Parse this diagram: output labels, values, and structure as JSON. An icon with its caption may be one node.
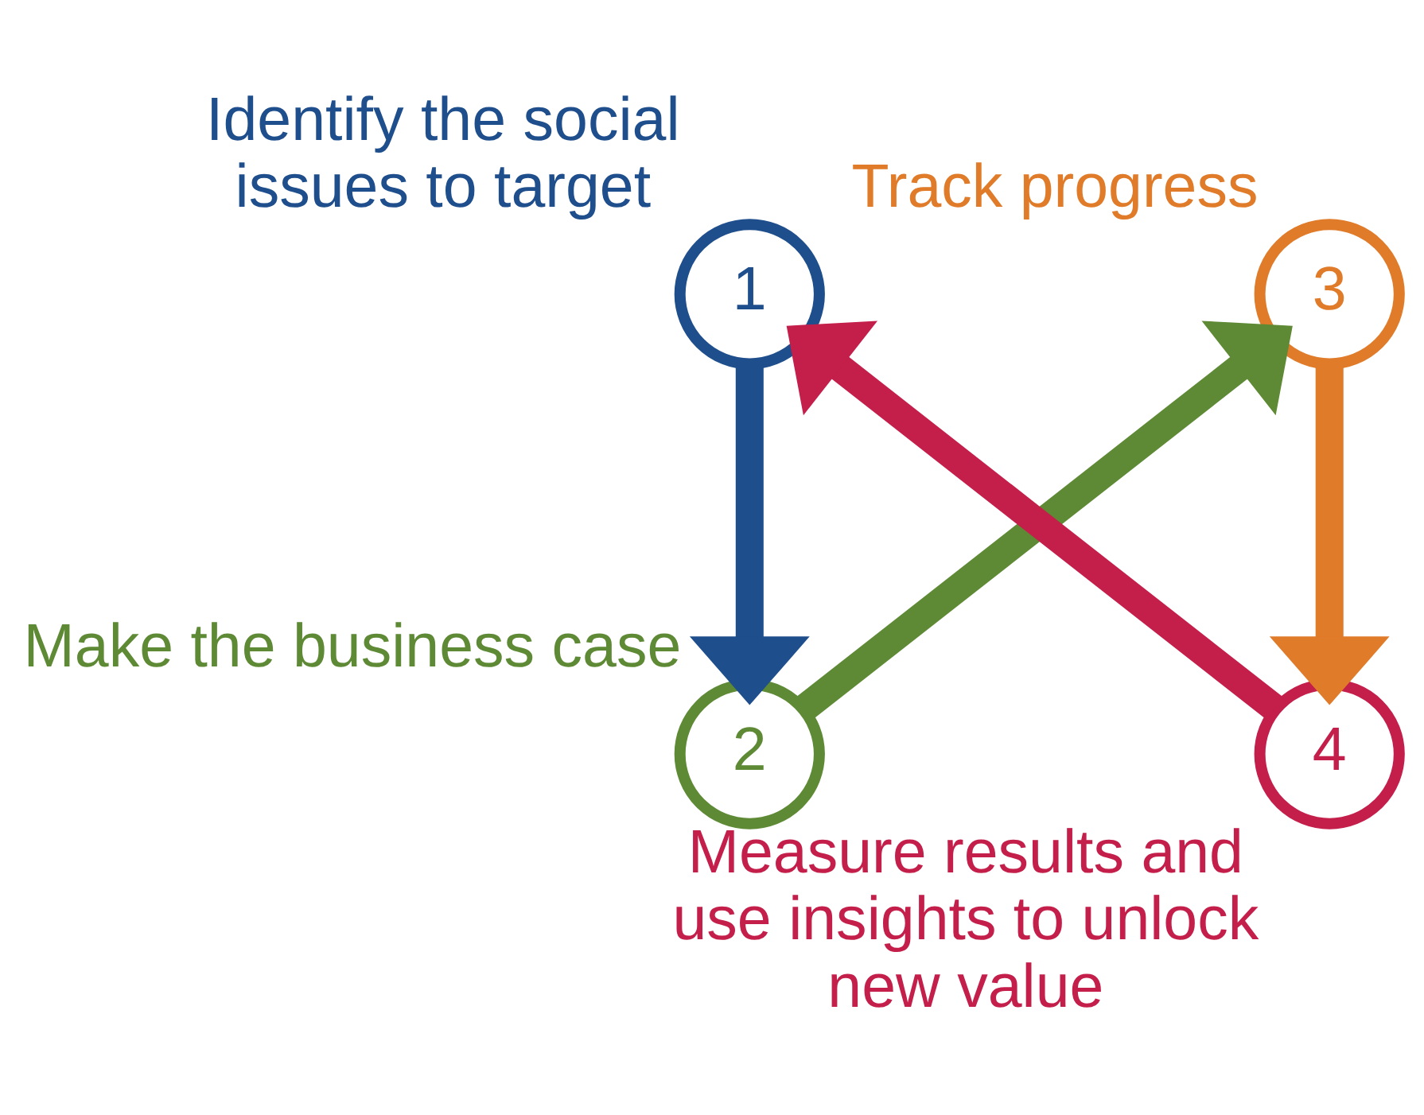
{
  "diagram": {
    "nodes": [
      {
        "text": [
          "1"
        ],
        "beside": [
          "Identify the social issues to target"
        ]
      },
      {
        "text": [
          "2"
        ],
        "beside": [
          "Make the business case"
        ]
      },
      {
        "text": [
          "3"
        ],
        "beside": [
          "Track progress"
        ]
      },
      {
        "text": [
          "4"
        ],
        "beside": [
          "Measure results and use insights to unlock new value"
        ]
      }
    ],
    "edges": [
      {
        "from": 0,
        "to": 1,
        "arrow": "to",
        "color": "#1f4e8c"
      },
      {
        "from": 1,
        "to": 2,
        "arrow": "to",
        "color": "#5e8a35"
      },
      {
        "from": 2,
        "to": 3,
        "arrow": "to",
        "color": "#e07b2a"
      },
      {
        "from": 3,
        "to": 0,
        "arrow": "to",
        "color": "#c41e4a"
      }
    ]
  }
}
